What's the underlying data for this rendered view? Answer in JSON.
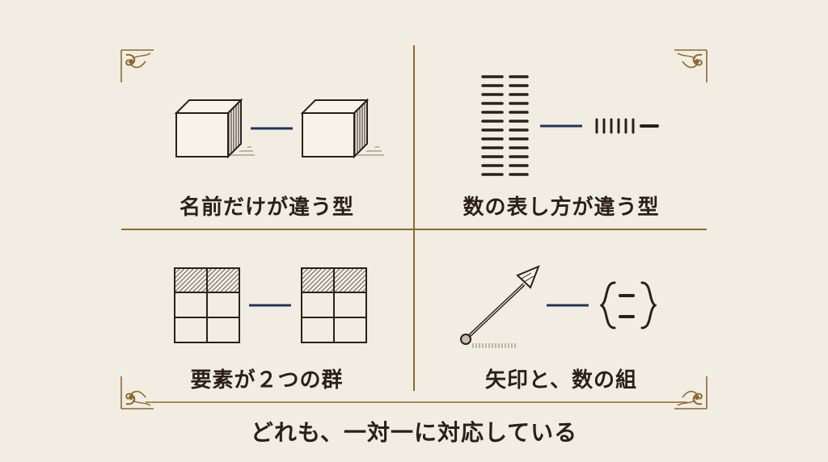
{
  "quadrants": {
    "top_left": {
      "caption": "名前だけが違う型",
      "visual": "two-cubes"
    },
    "top_right": {
      "caption": "数の表し方が違う型",
      "visual": "tally-marks-vs-compact-notation"
    },
    "bottom_left": {
      "caption": "要素が２つの群",
      "visual": "two-2x3-grids"
    },
    "bottom_right": {
      "caption": "矢印と、数の組",
      "visual": "arrow-vs-bracketed-pair"
    }
  },
  "summary": "どれも、一対一に対応している",
  "colors": {
    "background": "#f2ede2",
    "ink": "#2a201a",
    "divider": "#8a6a2f",
    "ornament": "#8a6a2f",
    "connector": "#22365e"
  },
  "icons": [
    "flourish-ornament-icon",
    "cube-icon",
    "tally-bars-icon",
    "grid-icon",
    "arrow-icon",
    "brace-pair-icon"
  ]
}
